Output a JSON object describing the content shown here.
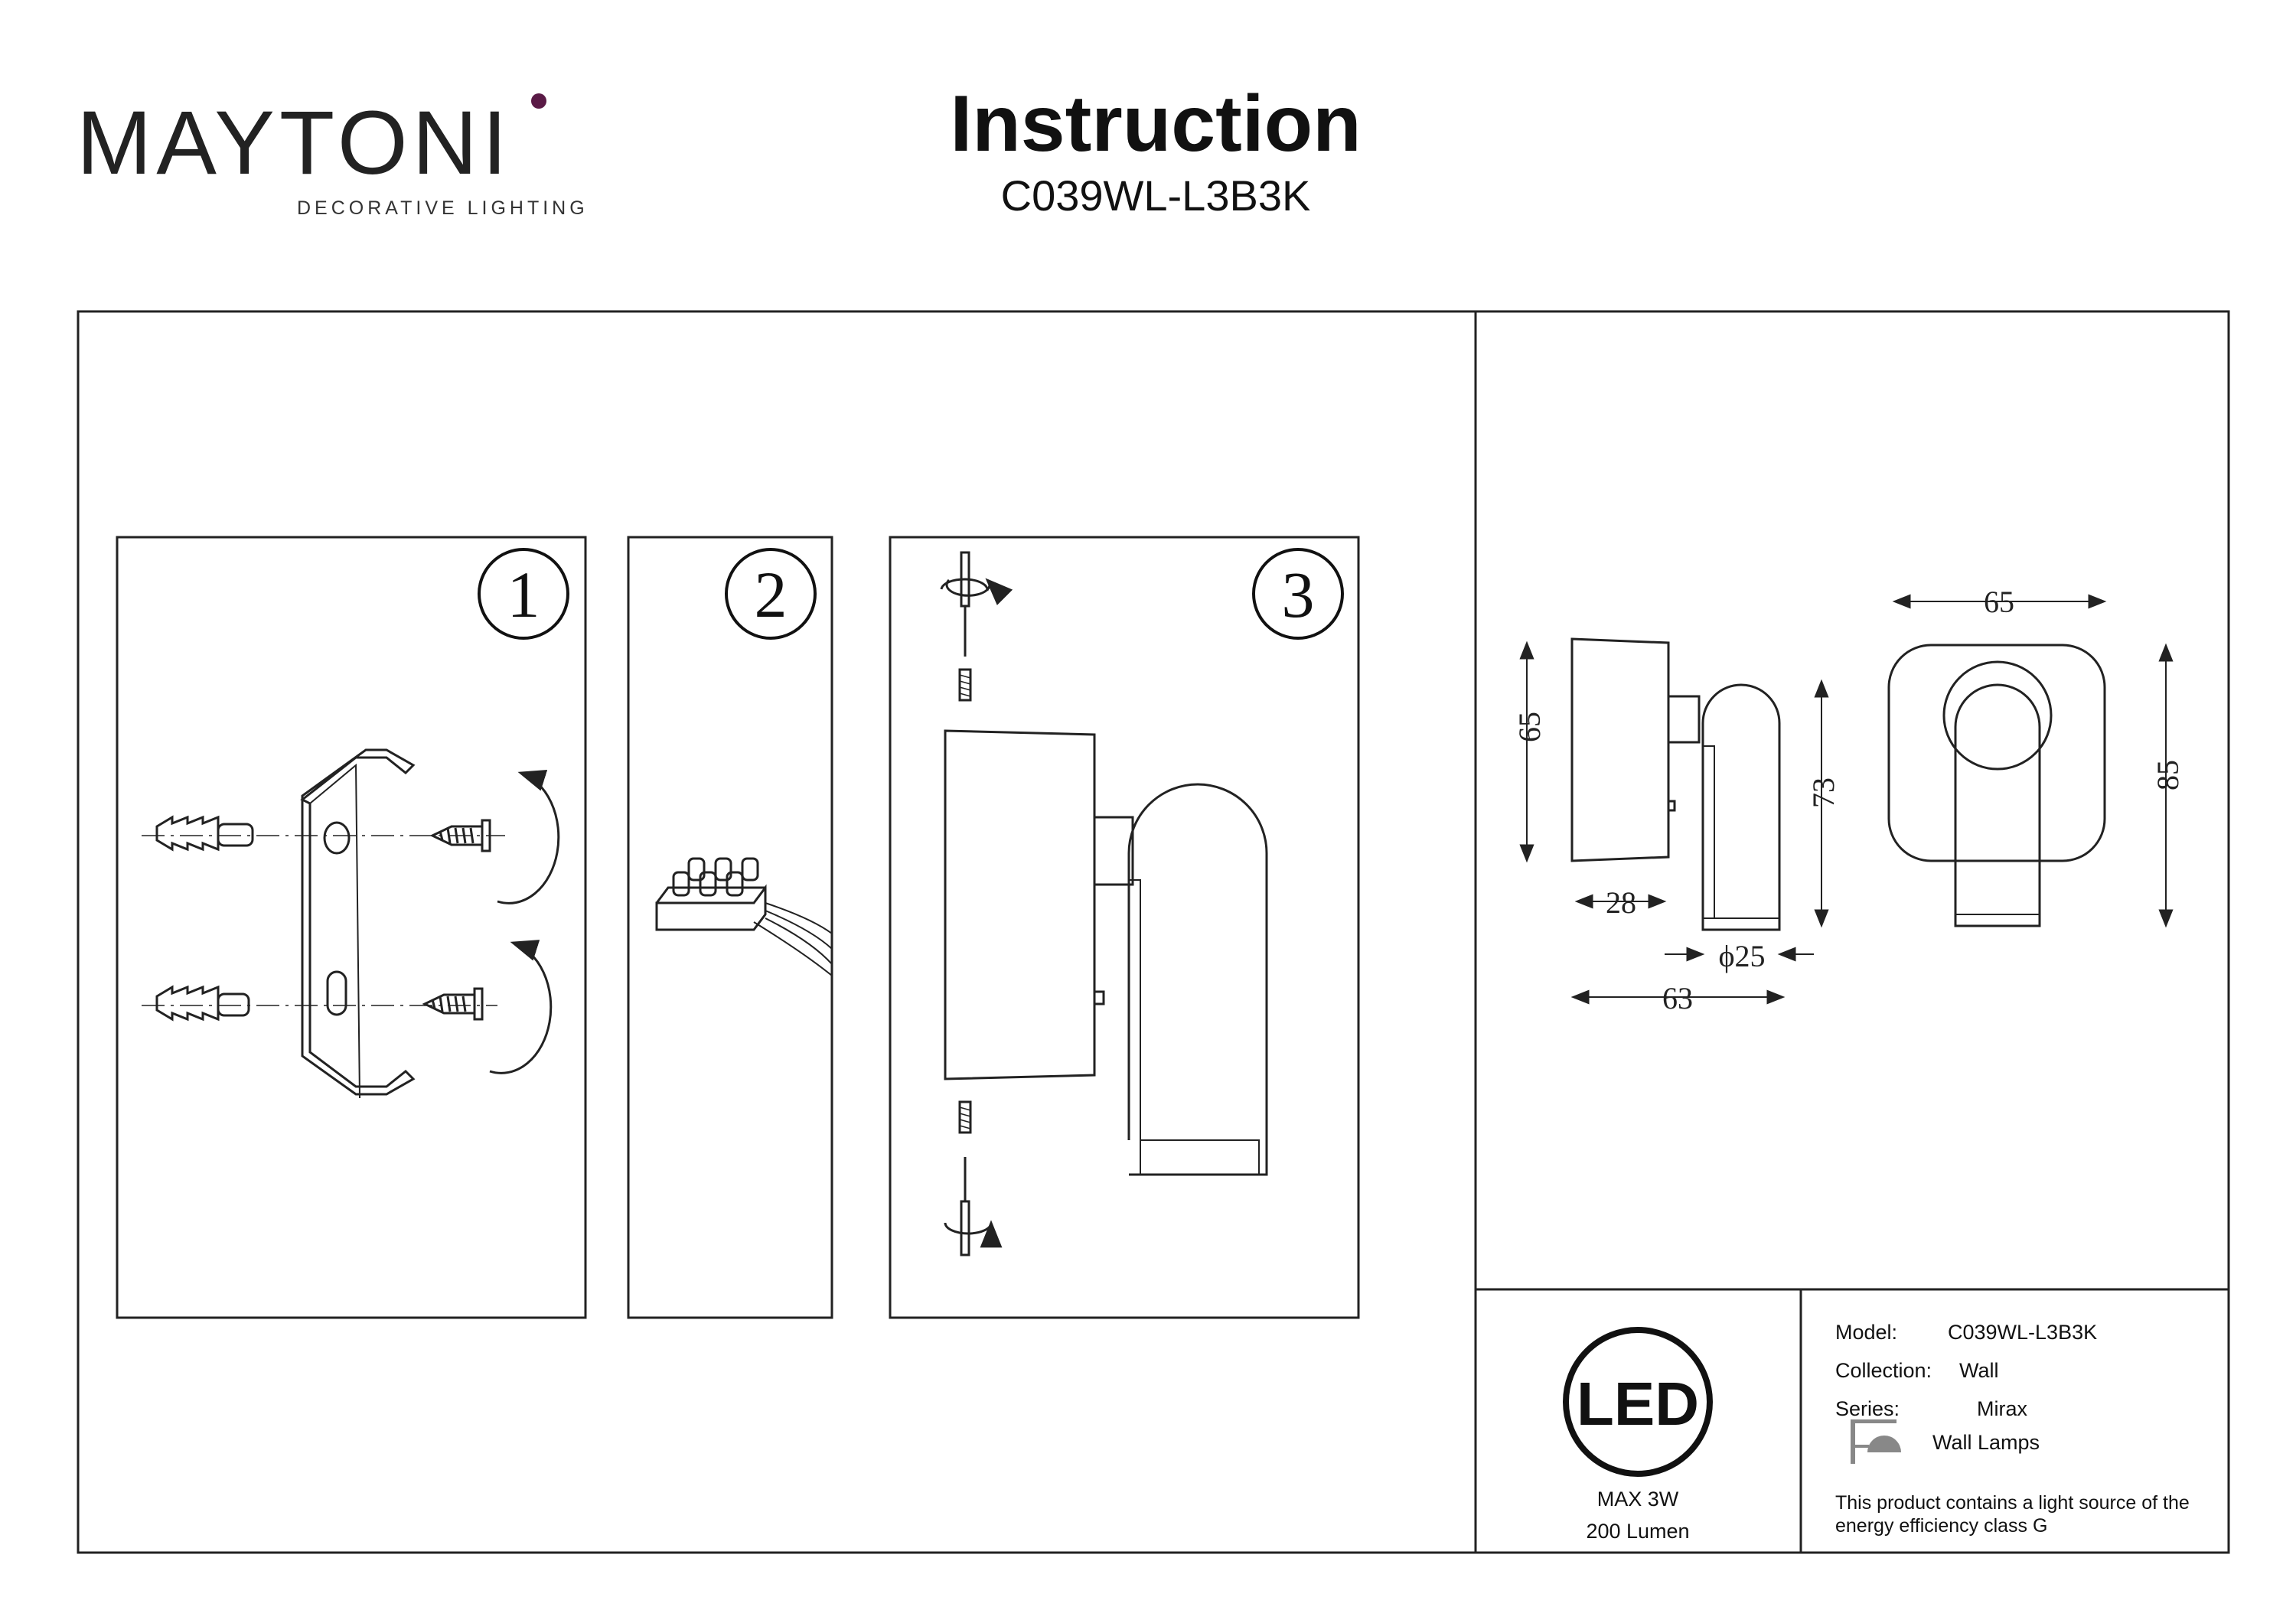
{
  "brand": {
    "name": "MAYTONI",
    "tagline": "DECORATIVE LIGHTING",
    "accent_color": "#5a1a46"
  },
  "header": {
    "title": "Instruction",
    "model_code": "C039WL-L3B3K"
  },
  "steps": [
    {
      "number": "①",
      "label": "1"
    },
    {
      "number": "②",
      "label": "2"
    },
    {
      "number": "③",
      "label": "3"
    }
  ],
  "dimensions": {
    "side_height": "65",
    "lamp_height": "73",
    "base_depth": "28",
    "tube_diameter": "ϕ25",
    "total_depth": "63",
    "front_width": "65",
    "front_height": "85"
  },
  "led_badge": {
    "icon_text": "LED",
    "power": "MAX 3W",
    "lumen": "200 Lumen"
  },
  "specs": {
    "model_label": "Model:",
    "model_value": "C039WL-L3B3K",
    "collection_label": "Collection:",
    "collection_value": "Wall",
    "series_label": "Series:",
    "series_value": "Mirax",
    "type_icon": "wall-lamp-icon",
    "type_value": "Wall Lamps",
    "energy_note_line1": "This product contains a light source of the",
    "energy_note_line2": "energy efficiency class G"
  }
}
